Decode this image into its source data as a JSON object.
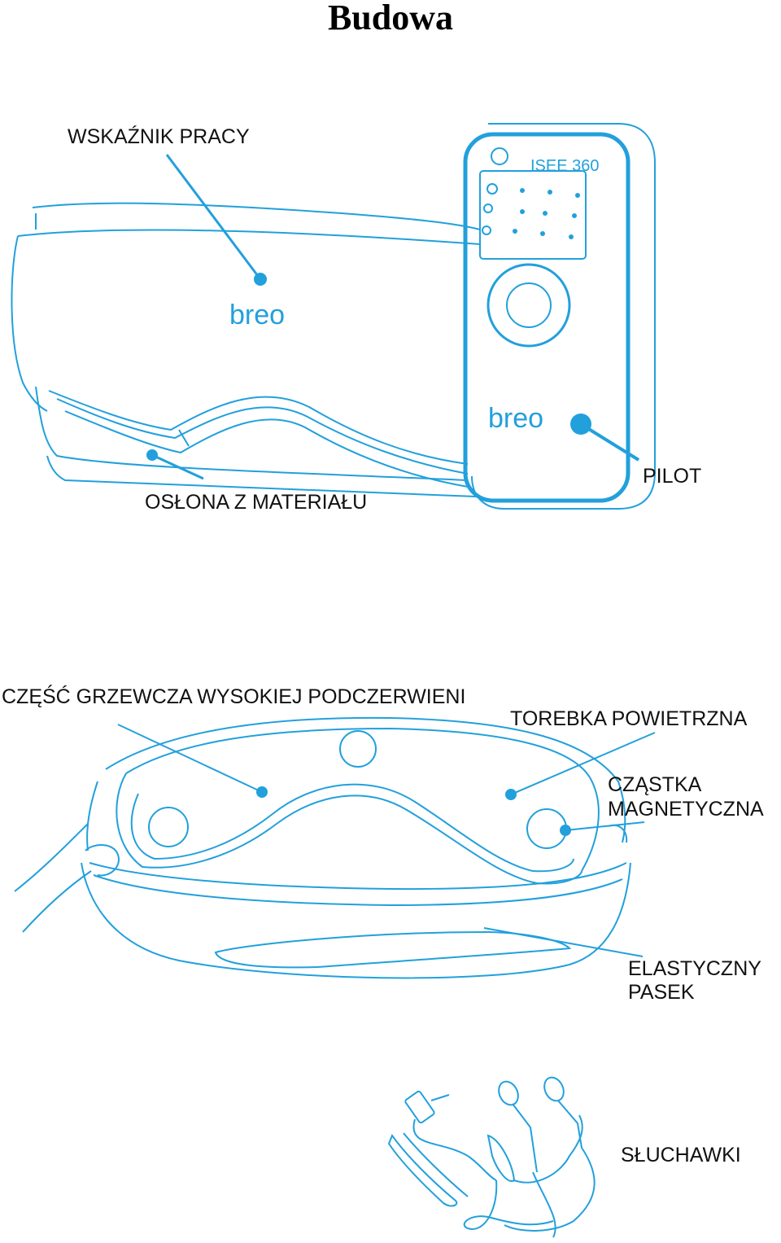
{
  "title": "Budowa",
  "colors": {
    "line": "#22a0dc",
    "text": "#111111",
    "background": "#ffffff"
  },
  "product": {
    "logo": "breo",
    "remote_model": "ISEE 360"
  },
  "labels": {
    "work_indicator": "WSKAŹNIK PRACY",
    "fabric_cover": "OSŁONA Z MATERIAŁU",
    "remote": "PILOT",
    "heating_part": "CZĘŚĆ GRZEWCZA WYSOKIEJ PODCZERWIENI",
    "air_bag": "TOREBKA POWIETRZNA",
    "magnetic_particle_line1": "CZĄSTKA",
    "magnetic_particle_line2": "MAGNETYCZNA",
    "elastic_strap_line1": "ELASTYCZNY",
    "elastic_strap_line2": "PASEK",
    "headphones": "SŁUCHAWKI"
  }
}
